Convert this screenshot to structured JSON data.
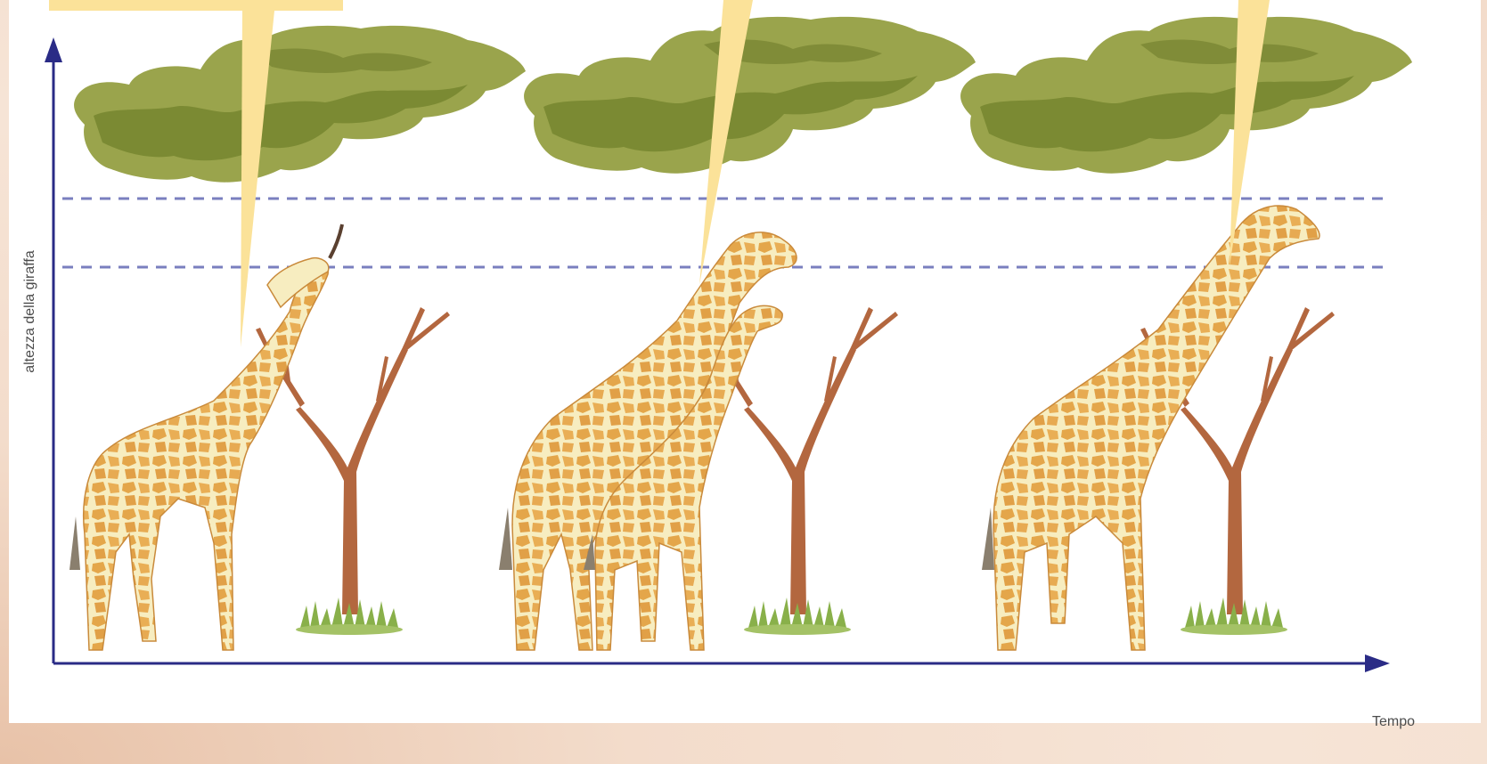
{
  "axes": {
    "y_label": "altezza della giraffa",
    "x_label": "Tempo"
  },
  "colors": {
    "axis": "#2a2b86",
    "dashed_lines": "#7a7fbf",
    "foliage_light": "#9aa44c",
    "foliage_dark": "#6f7d2c",
    "trunk": "#b3673f",
    "giraffe_body": "#f7edc0",
    "giraffe_spots": "#e4a64a",
    "callout": "#fbe299",
    "grass": "#89b04a",
    "page_bg": "#f3dccb"
  },
  "stages": [
    {
      "name": "stage-1",
      "giraffes": 1
    },
    {
      "name": "stage-2",
      "giraffes": 2
    },
    {
      "name": "stage-3",
      "giraffes": 1
    }
  ]
}
